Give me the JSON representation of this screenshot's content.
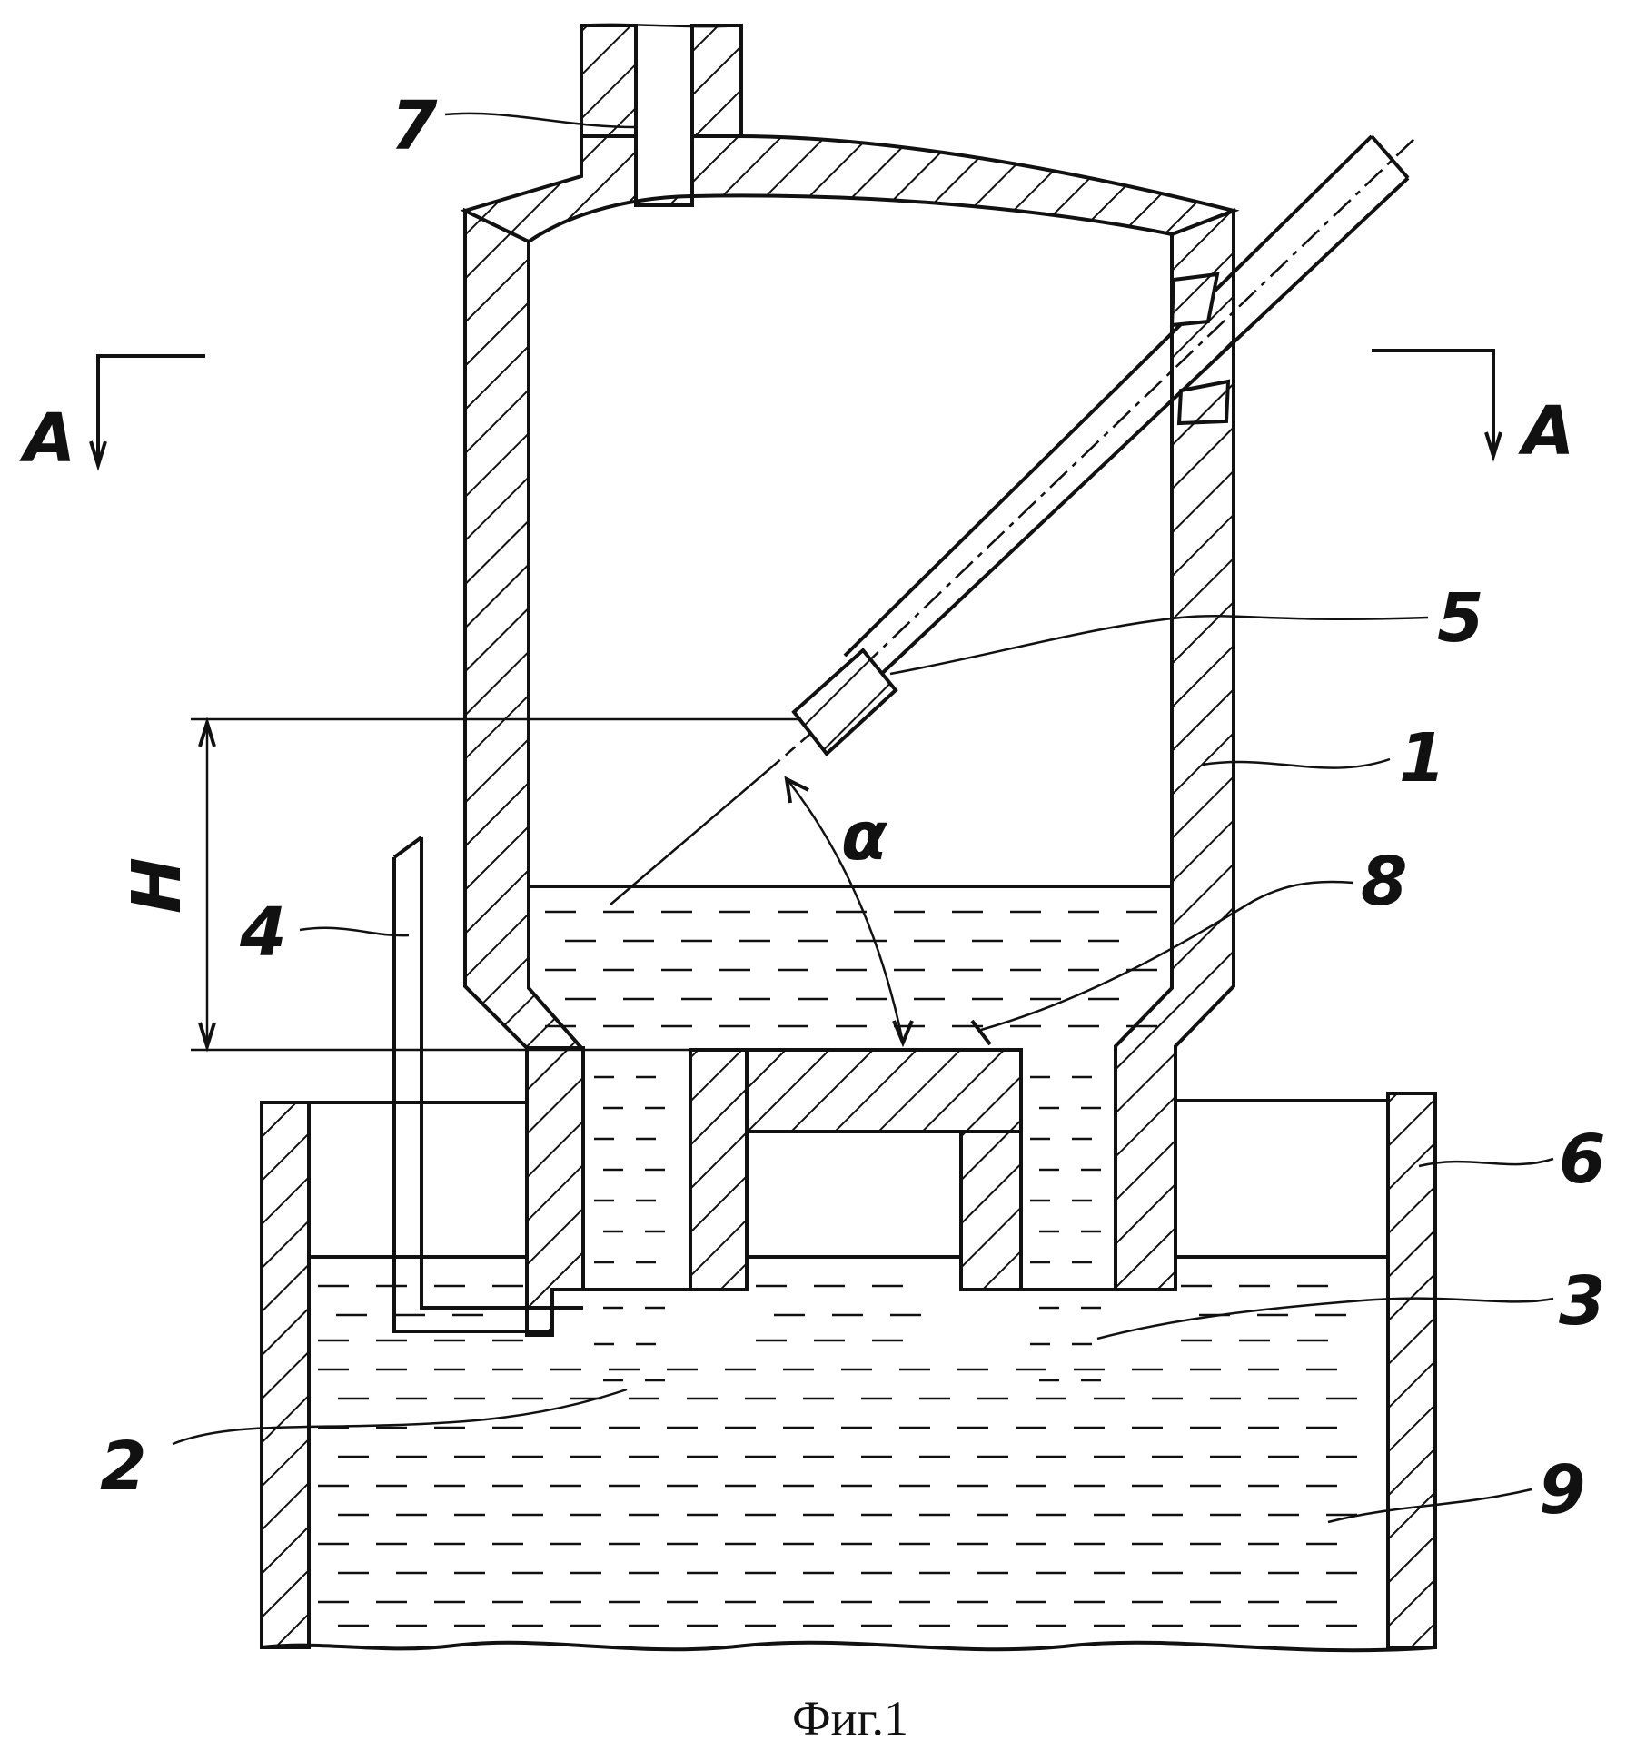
{
  "caption": "Фиг.1",
  "labels": {
    "l1": "1",
    "l2": "2",
    "l3": "3",
    "l4": "4",
    "l5": "5",
    "l6": "6",
    "l7": "7",
    "l8": "8",
    "l9": "9",
    "section_left": "A",
    "section_right": "A",
    "height": "H",
    "angle": "α"
  }
}
